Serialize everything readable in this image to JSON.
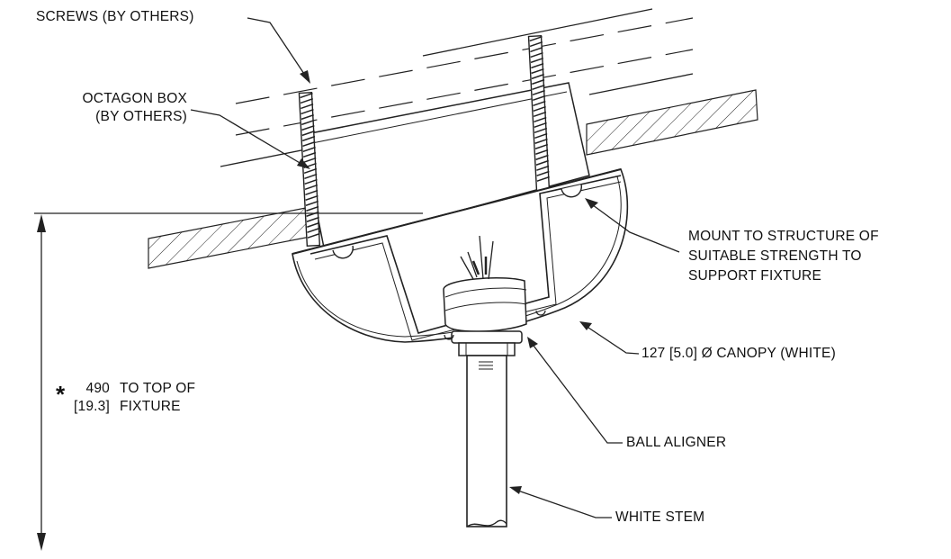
{
  "labels": {
    "screws": "SCREWS (BY OTHERS)",
    "octagon_box": [
      "OCTAGON BOX",
      "(BY OTHERS)"
    ],
    "mount": [
      "MOUNT TO STRUCTURE OF",
      "SUITABLE STRENGTH TO",
      "SUPPORT FIXTURE"
    ],
    "canopy": "127 [5.0] Ø CANOPY (WHITE)",
    "ball_aligner": "BALL ALIGNER",
    "white_stem": "WHITE STEM"
  },
  "dimension": {
    "marker": "*",
    "value": "490",
    "value_in": "[19.3]",
    "note": [
      "TO TOP OF",
      "FIXTURE"
    ]
  }
}
